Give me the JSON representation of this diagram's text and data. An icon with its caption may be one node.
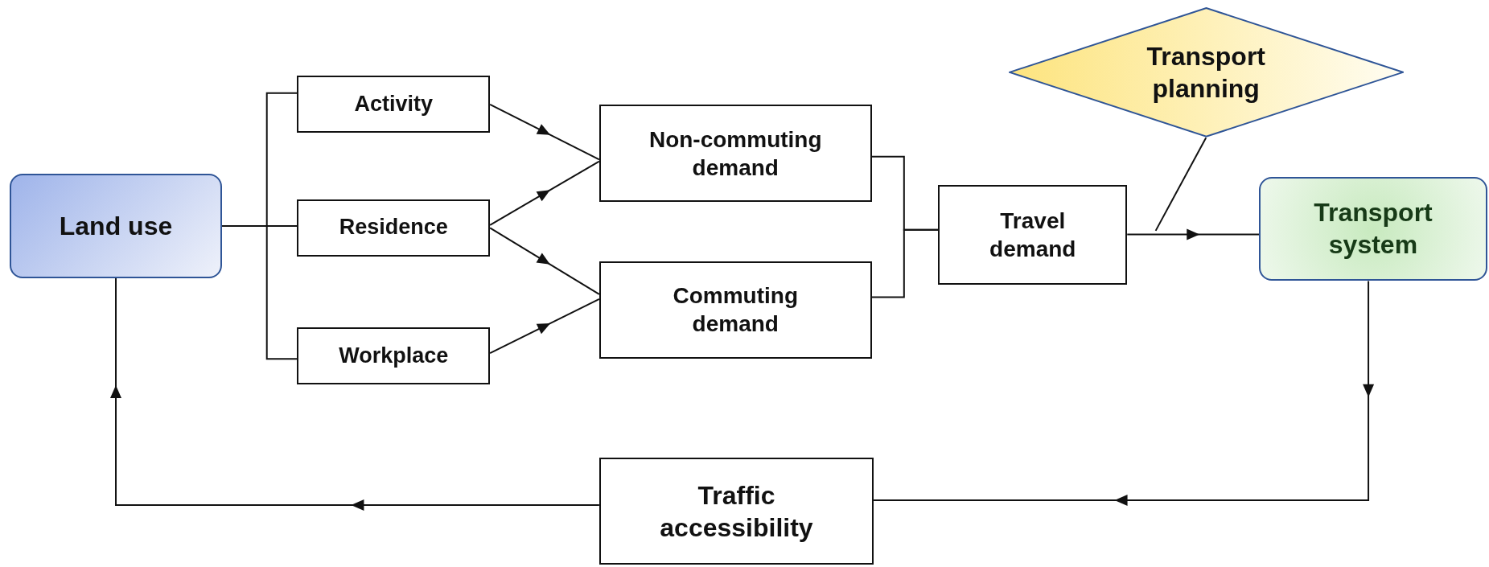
{
  "diagram": {
    "nodes": [
      {
        "text": [
          "Land use"
        ]
      },
      {
        "text": [
          "Activity"
        ]
      },
      {
        "text": [
          "Residence"
        ]
      },
      {
        "text": [
          "Workplace"
        ]
      },
      {
        "text": [
          "Non-commuting demand"
        ]
      },
      {
        "text": [
          "Commuting demand"
        ]
      },
      {
        "text": [
          "Travel demand"
        ]
      },
      {
        "text": [
          "Transport planning"
        ]
      },
      {
        "text": [
          "Transport system"
        ]
      },
      {
        "text": [
          "Traffic accessibility"
        ]
      }
    ],
    "edges": [
      {
        "from": 0,
        "to": 1,
        "arrow": "none"
      },
      {
        "from": 0,
        "to": 2,
        "arrow": "none"
      },
      {
        "from": 0,
        "to": 3,
        "arrow": "none"
      },
      {
        "from": 1,
        "to": 4,
        "arrow": "to"
      },
      {
        "from": 2,
        "to": 4,
        "arrow": "to"
      },
      {
        "from": 2,
        "to": 5,
        "arrow": "to"
      },
      {
        "from": 3,
        "to": 5,
        "arrow": "to"
      },
      {
        "from": 4,
        "to": 6,
        "arrow": "none"
      },
      {
        "from": 5,
        "to": 6,
        "arrow": "none"
      },
      {
        "from": 6,
        "to": 8,
        "arrow": "to"
      },
      {
        "from": 7,
        "to": null,
        "arrow": "none"
      },
      {
        "from": 8,
        "to": 9,
        "arrow": "to"
      },
      {
        "from": 9,
        "to": 0,
        "arrow": "to"
      }
    ]
  }
}
